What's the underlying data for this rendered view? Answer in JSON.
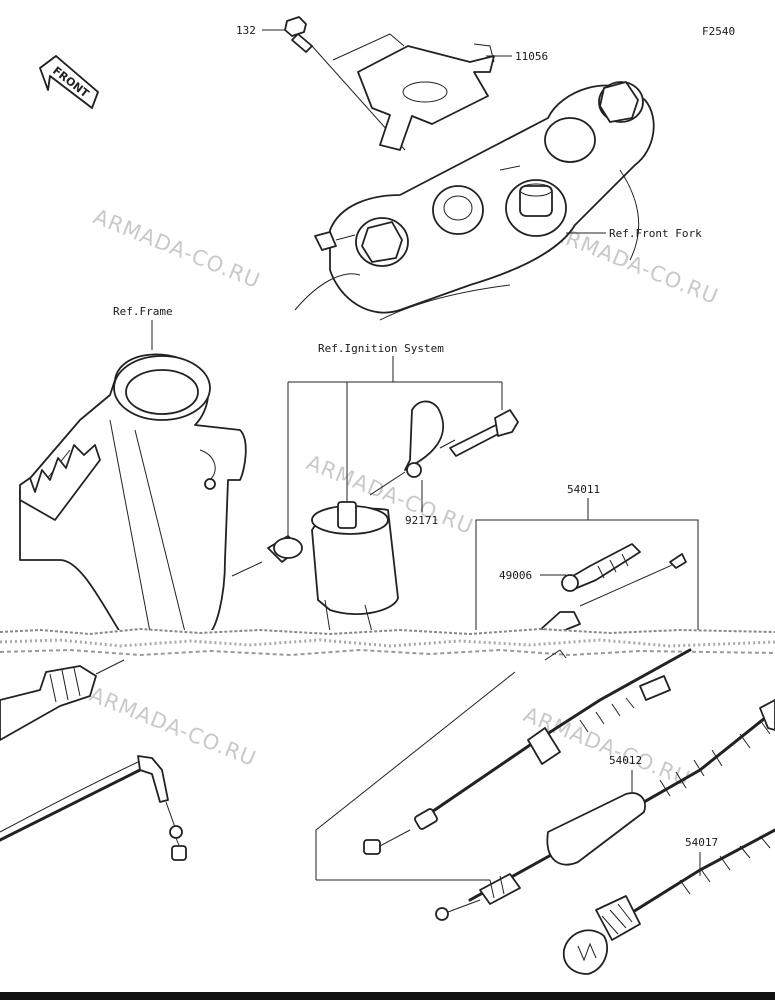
{
  "figure_code": "F2540",
  "front_badge": "FRONT",
  "watermark": "ARMADA-CO.RU",
  "labels": {
    "p132": "132",
    "p11056": "11056",
    "ref_front_fork": "Ref.Front Fork",
    "ref_frame": "Ref.Frame",
    "ref_ignition": "Ref.Ignition System",
    "p54011": "54011",
    "p92171": "92171",
    "p49006": "49006",
    "p54012": "54012",
    "p54017": "54017"
  }
}
